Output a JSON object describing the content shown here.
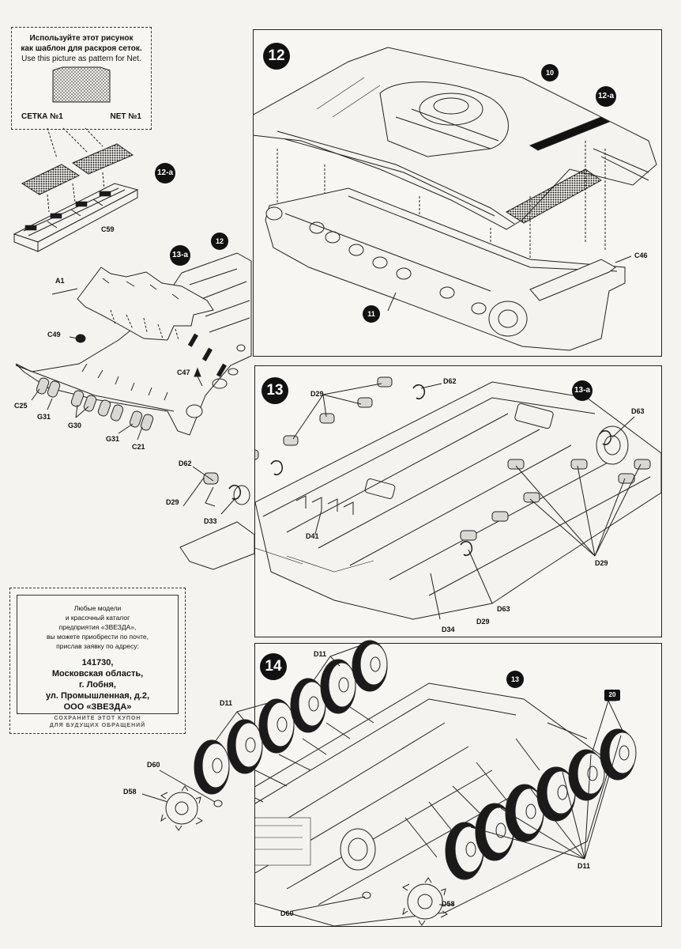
{
  "net_pattern": {
    "note_ru_line1": "Используйте этот рисунок",
    "note_ru_line2": "как шаблон для раскроя сеток.",
    "note_en": "Use this picture as pattern for Net.",
    "label_ru": "СЕТКА №1",
    "label_en": "NET №1"
  },
  "coupon": {
    "line1": "Любые модели",
    "line2": "и красочный каталог",
    "line3": "предприятия «ЗВЕЗДА»,",
    "line4": "вы можете приобрести по почте,",
    "line5": "прислав заявку по адресу:",
    "addr1": "141730,",
    "addr2": "Московская область,",
    "addr3": "г. Лобня,",
    "addr4": "ул. Промышленная, д.2,",
    "addr5": "ООО «ЗВЕЗДА»",
    "keep1": "СОХРАНИТЕ ЭТОТ КУПОН",
    "keep2": "ДЛЯ БУДУЩИХ ОБРАЩЕНИЙ"
  },
  "steps": {
    "s12": "12",
    "s13": "13",
    "s14": "14",
    "sub12a": "12-a",
    "sub13a": "13-a"
  },
  "refs": {
    "r10": "10",
    "r11": "11",
    "r12": "12",
    "r12a": "12-a",
    "r13": "13",
    "r13a": "13-a",
    "r20": "20"
  },
  "parts": {
    "C59": "C59",
    "C46": "C46",
    "A1": "A1",
    "C49": "C49",
    "C47": "C47",
    "C25": "C25",
    "G31": "G31",
    "G30": "G30",
    "C21": "C21",
    "D29": "D29",
    "D62": "D62",
    "D63": "D63",
    "D33": "D33",
    "D41": "D41",
    "D34": "D34",
    "D11": "D11",
    "D60": "D60",
    "D58": "D58"
  }
}
